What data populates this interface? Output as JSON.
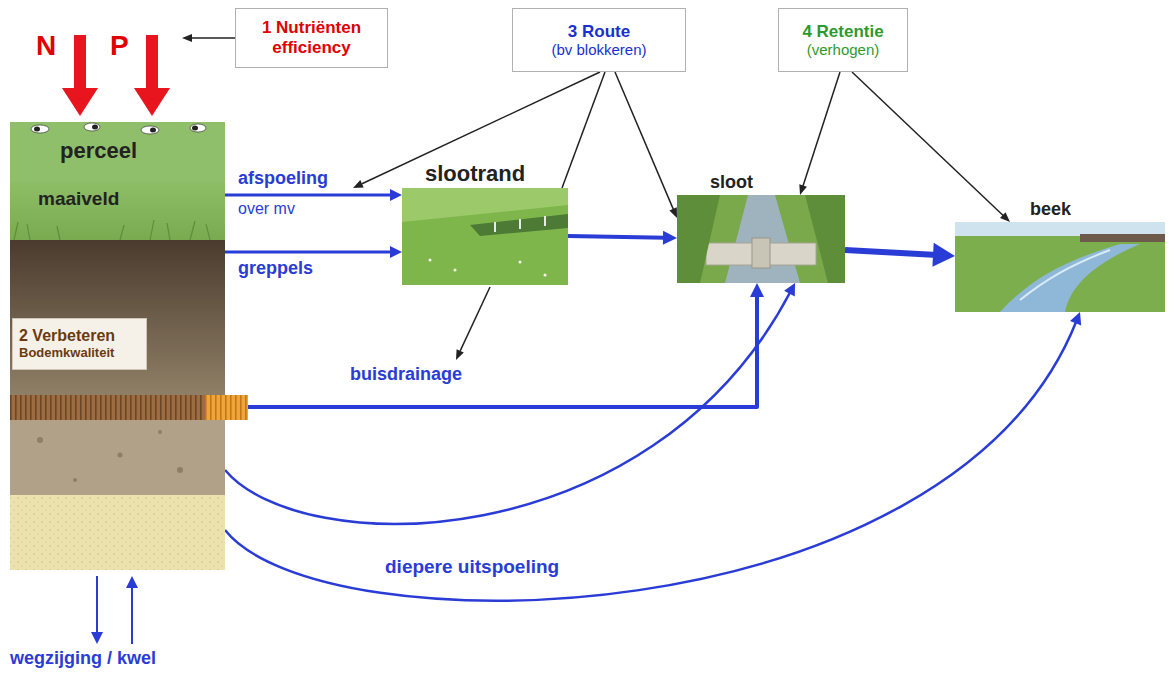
{
  "diagram": {
    "nodes": [
      {
        "text": [
          "1 Nutriënten efficiency"
        ]
      },
      {
        "text": [
          "3 Route",
          "(bv blokkeren)"
        ]
      },
      {
        "text": [
          "4 Retentie",
          "(verhogen)"
        ]
      },
      {
        "text": [
          "perceel",
          "maaiveld"
        ]
      },
      {
        "text": [
          "2 Verbeteren",
          "Bodemkwaliteit"
        ],
        "in": 3
      },
      {
        "text": [
          "slootrand"
        ]
      },
      {
        "text": [
          "sloot"
        ]
      },
      {
        "text": [
          "beek"
        ]
      }
    ],
    "edges": [
      {
        "from": 3,
        "to": 5,
        "label": "afspoeling",
        "arrow": "to"
      },
      {
        "from": 3,
        "to": 5,
        "label": "greppels",
        "arrow": "to"
      },
      {
        "from": 5,
        "to": 6,
        "arrow": "to"
      },
      {
        "from": 3,
        "to": 6,
        "label": "buisdrainage",
        "arrow": "to"
      },
      {
        "from": 3,
        "to": 6,
        "arrow": "to"
      },
      {
        "from": 3,
        "to": 7,
        "label": "diepere uitspoeling",
        "arrow": "to"
      },
      {
        "from": 6,
        "to": 7,
        "arrow": "to"
      },
      {
        "from": 1,
        "to": 5,
        "arrow": "none"
      },
      {
        "from": 1,
        "to": 6,
        "arrow": "to"
      },
      {
        "from": 2,
        "to": 6,
        "arrow": "to"
      },
      {
        "from": 2,
        "to": 7,
        "arrow": "to"
      }
    ],
    "labels": [
      "N",
      "P",
      "over mv",
      "wegzijging / kwel"
    ]
  }
}
